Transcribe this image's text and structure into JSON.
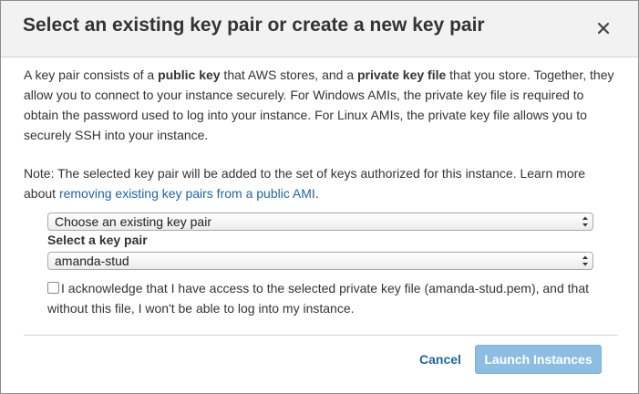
{
  "dialog": {
    "title": "Select an existing key pair or create a new key pair",
    "close_label": "×"
  },
  "intro": {
    "text1": "A key pair consists of a ",
    "bold1": "public key",
    "text2": " that AWS stores, and a ",
    "bold2": "private key file",
    "text3": " that you store. Together, they allow you to connect to your instance securely. For Windows AMIs, the private key file is required to obtain the password used to log into your instance. For Linux AMIs, the private key file allows you to securely SSH into your instance."
  },
  "note": {
    "text": "Note: The selected key pair will be added to the set of keys authorized for this instance. Learn more about ",
    "link": "removing existing key pairs from a public AMI",
    "suffix": "."
  },
  "keypair_mode_select": {
    "value": "Choose an existing key pair"
  },
  "keypair_select": {
    "label": "Select a key pair",
    "value": "amanda-stud"
  },
  "acknowledge": {
    "checked": false,
    "text": "I acknowledge that I have access to the selected private key file (amanda-stud.pem), and that without this file, I won't be able to log into my instance."
  },
  "footer": {
    "cancel_label": "Cancel",
    "launch_label": "Launch Instances"
  },
  "colors": {
    "link": "#1f64a4",
    "primary_disabled": "#8dbde2",
    "header_bg": "#f2f2f2"
  }
}
